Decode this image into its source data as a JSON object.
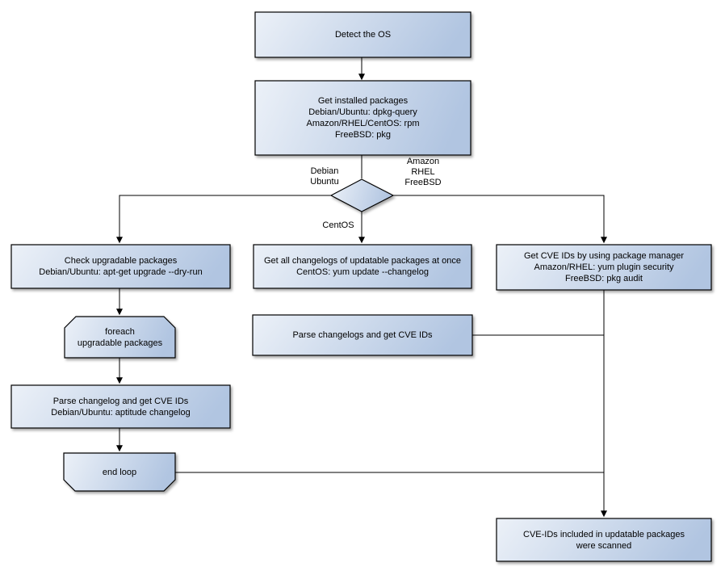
{
  "nodes": {
    "detect_os": {
      "lines": [
        "Detect the OS"
      ]
    },
    "get_installed_packages": {
      "lines": [
        "Get installed packages",
        "Debian/Ubuntu: dpkg-query",
        "Amazon/RHEL/CentOS: rpm",
        "FreeBSD: pkg"
      ]
    },
    "check_upgradable_packages": {
      "lines": [
        "Check upgradable packages",
        "Debian/Ubuntu: apt-get upgrade --dry-run"
      ]
    },
    "get_all_changelogs": {
      "lines": [
        "Get all changelogs of updatable packages at once",
        "CentOS: yum update --changelog"
      ]
    },
    "get_cve_ids_by_package_manager": {
      "lines": [
        "Get CVE IDs by using package manager",
        "Amazon/RHEL: yum plugin security",
        "FreeBSD: pkg audit"
      ]
    },
    "foreach_loop_start": {
      "lines": [
        "foreach",
        "upgradable  packages"
      ]
    },
    "parse_changelog": {
      "lines": [
        "Parse changelog and get  CVE IDs",
        "Debian/Ubuntu: aptitude changelog"
      ]
    },
    "end_loop": {
      "lines": [
        "end loop"
      ]
    },
    "parse_changelogs": {
      "lines": [
        "Parse changelogs and get CVE IDs"
      ]
    },
    "cve_ids_scanned": {
      "lines": [
        "CVE-IDs included in updatable packages",
        "were scanned"
      ]
    }
  },
  "edge_labels": {
    "debian_branch": [
      "Debian",
      "Ubuntu"
    ],
    "amazon_branch": [
      "Amazon",
      "RHEL",
      "FreeBSD"
    ],
    "centos_branch": "CentOS"
  },
  "colors": {
    "node_fill_light": "#ecf1f8",
    "node_fill_dark": "#b1c5e1",
    "stroke": "#000000",
    "background": "#ffffff"
  }
}
